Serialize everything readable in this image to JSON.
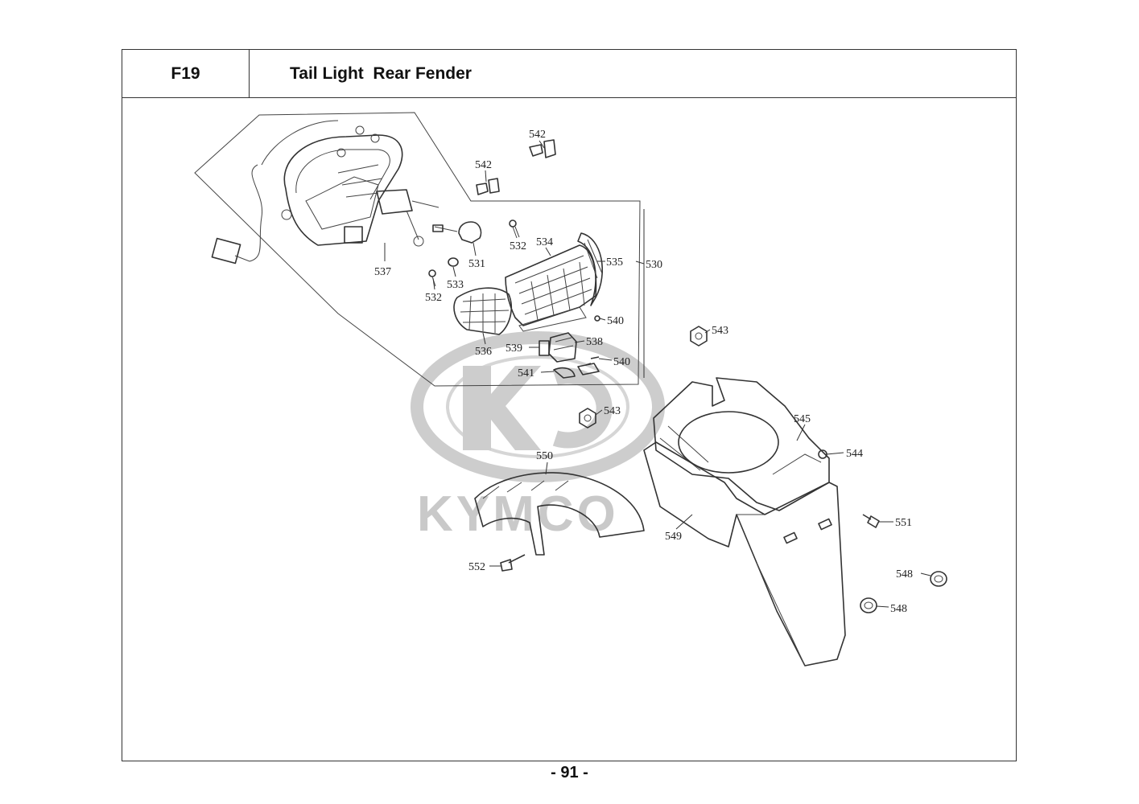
{
  "header": {
    "section_code": "F19",
    "title": "Tail Light  Rear Fender"
  },
  "watermark": {
    "brand_text": "KYMCO",
    "logo": "kymco-k-logo"
  },
  "callouts": [
    {
      "id": "c-542a",
      "label": "542"
    },
    {
      "id": "c-542b",
      "label": "542"
    },
    {
      "id": "c-537",
      "label": "537"
    },
    {
      "id": "c-531",
      "label": "531"
    },
    {
      "id": "c-532a",
      "label": "532"
    },
    {
      "id": "c-534",
      "label": "534"
    },
    {
      "id": "c-535",
      "label": "535"
    },
    {
      "id": "c-530",
      "label": "530"
    },
    {
      "id": "c-533",
      "label": "533"
    },
    {
      "id": "c-532b",
      "label": "532"
    },
    {
      "id": "c-540a",
      "label": "540"
    },
    {
      "id": "c-543a",
      "label": "543"
    },
    {
      "id": "c-536",
      "label": "536"
    },
    {
      "id": "c-539",
      "label": "539"
    },
    {
      "id": "c-538",
      "label": "538"
    },
    {
      "id": "c-540b",
      "label": "540"
    },
    {
      "id": "c-541",
      "label": "541"
    },
    {
      "id": "c-543b",
      "label": "543"
    },
    {
      "id": "c-545",
      "label": "545"
    },
    {
      "id": "c-544",
      "label": "544"
    },
    {
      "id": "c-550",
      "label": "550"
    },
    {
      "id": "c-549",
      "label": "549"
    },
    {
      "id": "c-551",
      "label": "551"
    },
    {
      "id": "c-552",
      "label": "552"
    },
    {
      "id": "c-548a",
      "label": "548"
    },
    {
      "id": "c-548b",
      "label": "548"
    }
  ],
  "footer": {
    "page_number": "- 91 -"
  },
  "colors": {
    "line": "#333333",
    "watermark": "#c9c9c9",
    "background": "#ffffff"
  }
}
